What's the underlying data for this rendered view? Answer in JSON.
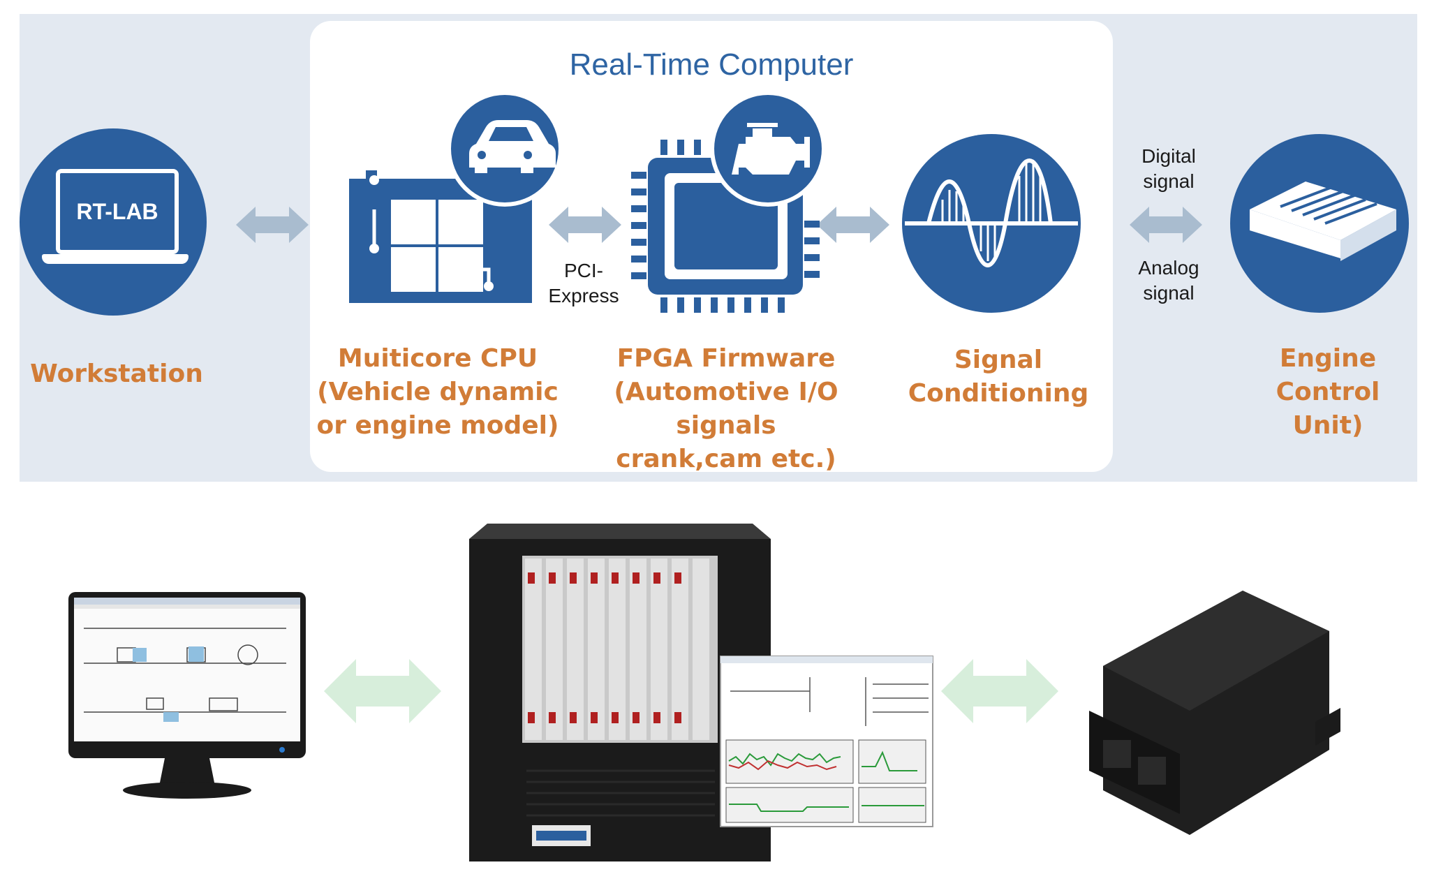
{
  "header": {
    "title": "Real-Time Computer"
  },
  "blocks": {
    "workstation": {
      "icon_text": "RT-LAB",
      "label": "Workstation"
    },
    "cpu": {
      "label_line1": "Muiticore CPU",
      "label_line2": "(Vehicle dynamic",
      "label_line3": "or engine model)"
    },
    "fpga": {
      "label_line1": "FPGA Firmware",
      "label_line2": "(Automotive I/O signals",
      "label_line3": "crank,cam etc.)"
    },
    "signal": {
      "label_line1": "Signal",
      "label_line2": "Conditioning"
    },
    "ecu": {
      "label_line1": "Engine",
      "label_line2": "Control Unit)"
    }
  },
  "links": {
    "pci_line1": "PCI-",
    "pci_line2": "Express",
    "digital_line1": "Digital",
    "digital_line2": "signal",
    "analog_line1": "Analog",
    "analog_line2": "signal"
  },
  "icons": [
    "laptop-icon",
    "circuit-board-icon",
    "car-icon",
    "chip-icon",
    "engine-icon",
    "sine-wave-icon",
    "ecu-box-icon",
    "monitor-icon",
    "rack-chassis-icon",
    "ecu-hardware-icon"
  ],
  "colors": {
    "primary_blue": "#2b5f9e",
    "title_blue": "#2e64a3",
    "label_orange": "#d17c37",
    "arrow_grey_blue": "#a9bccf",
    "arrow_green": "#d7eedb",
    "band_bg": "#e3e9f1"
  }
}
